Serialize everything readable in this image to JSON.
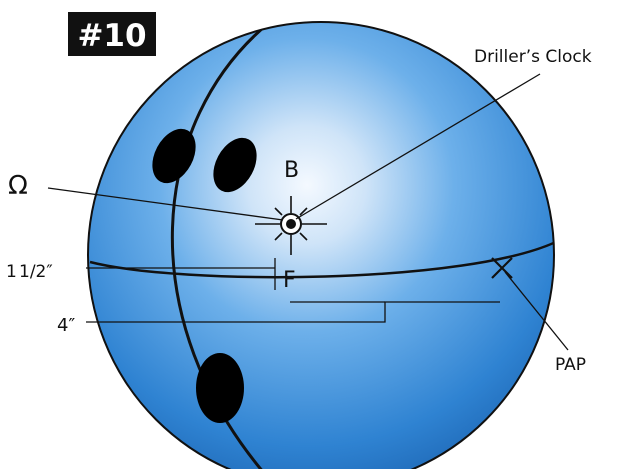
{
  "badge": "#10",
  "labels": {
    "drillers_clock": "Driller’s Clock",
    "omega": "Ω",
    "b": "B",
    "f": "F",
    "one_half": "1",
    "one_half_fraction": "1/2″",
    "four_inch": "4″",
    "pap": "PAP"
  },
  "colors": {
    "ball_light": "#e8f4ff",
    "ball_mid": "#5aa6e6",
    "ball_dark": "#1f6fc0",
    "outline": "#111111",
    "holes": "#000000",
    "badge_bg": "#111111",
    "badge_text": "#ffffff"
  }
}
